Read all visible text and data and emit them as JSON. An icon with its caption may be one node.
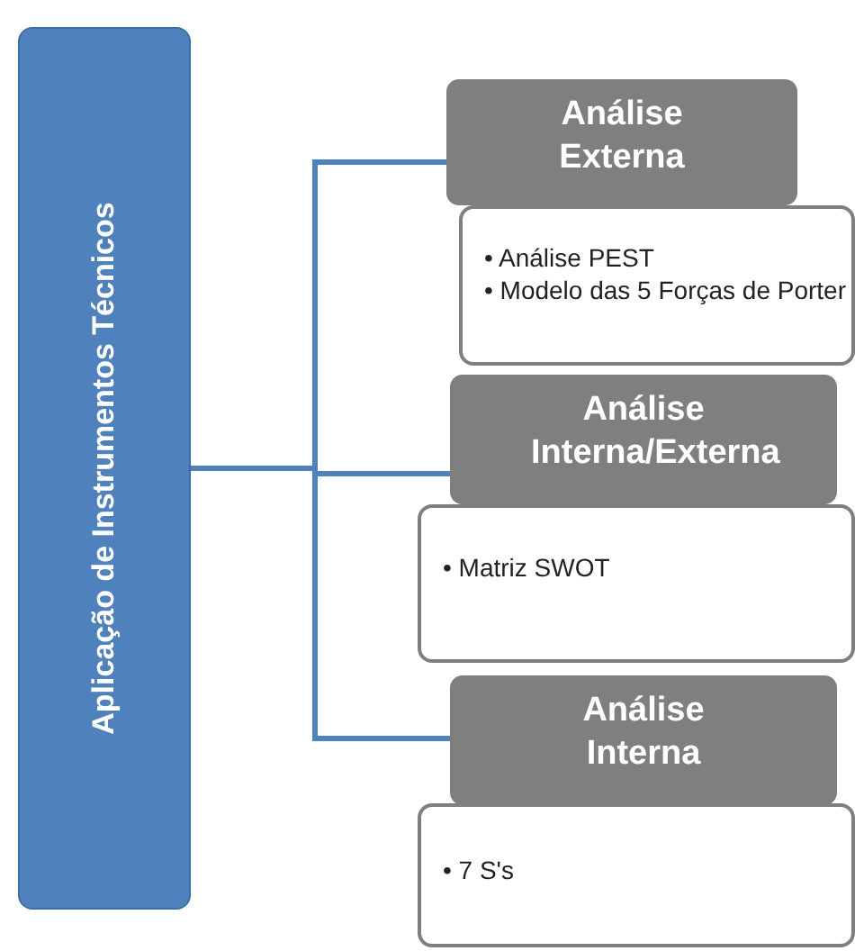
{
  "diagram": {
    "nodes": [
      {
        "text": [
          "Aplicação de Instrumentos Técnicos"
        ]
      },
      {
        "text": [
          "Análise Externa"
        ]
      },
      {
        "text": [
          "• Análise PEST",
          "• Modelo das 5 Forças de Porter"
        ]
      },
      {
        "text": [
          "Análise Interna/Externa"
        ]
      },
      {
        "text": [
          "• Matriz SWOT"
        ]
      },
      {
        "text": [
          "Análise Interna"
        ]
      },
      {
        "text": [
          "• 7 S's"
        ]
      }
    ],
    "edges": [
      {
        "from": 0,
        "to": 1,
        "arrow": "none"
      },
      {
        "from": 0,
        "to": 3,
        "arrow": "none"
      },
      {
        "from": 0,
        "to": 5,
        "arrow": "none"
      }
    ]
  }
}
